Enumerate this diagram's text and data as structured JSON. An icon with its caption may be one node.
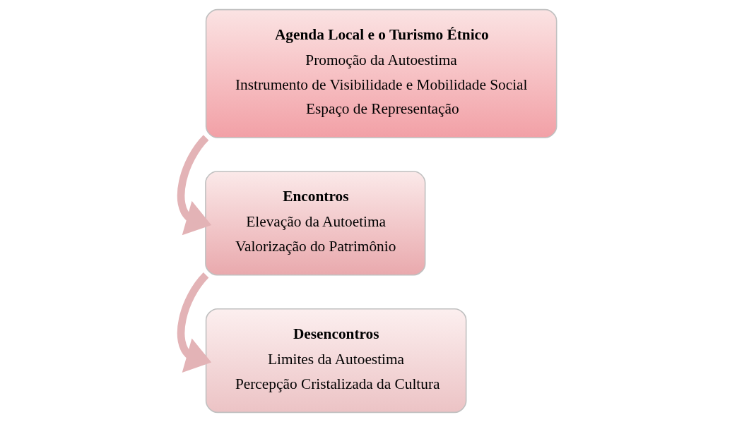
{
  "diagram": {
    "nodes": [
      {
        "text": [
          "Agenda Local e o Turismo Étnico",
          "Promoção da Autoestima",
          "Instrumento de Visibilidade e Mobilidade Social",
          "Espaço de Representação"
        ]
      },
      {
        "text": [
          "Encontros",
          "Elevação da Autoetima",
          "Valorização do Patrimônio"
        ]
      },
      {
        "text": [
          "Desencontros",
          "Limites da Autoestima",
          "Percepção Cristalizada da Cultura"
        ]
      }
    ],
    "edges": [
      {
        "from": 0,
        "to": 1,
        "arrow": "to"
      },
      {
        "from": 1,
        "to": 2,
        "arrow": "to"
      }
    ]
  }
}
